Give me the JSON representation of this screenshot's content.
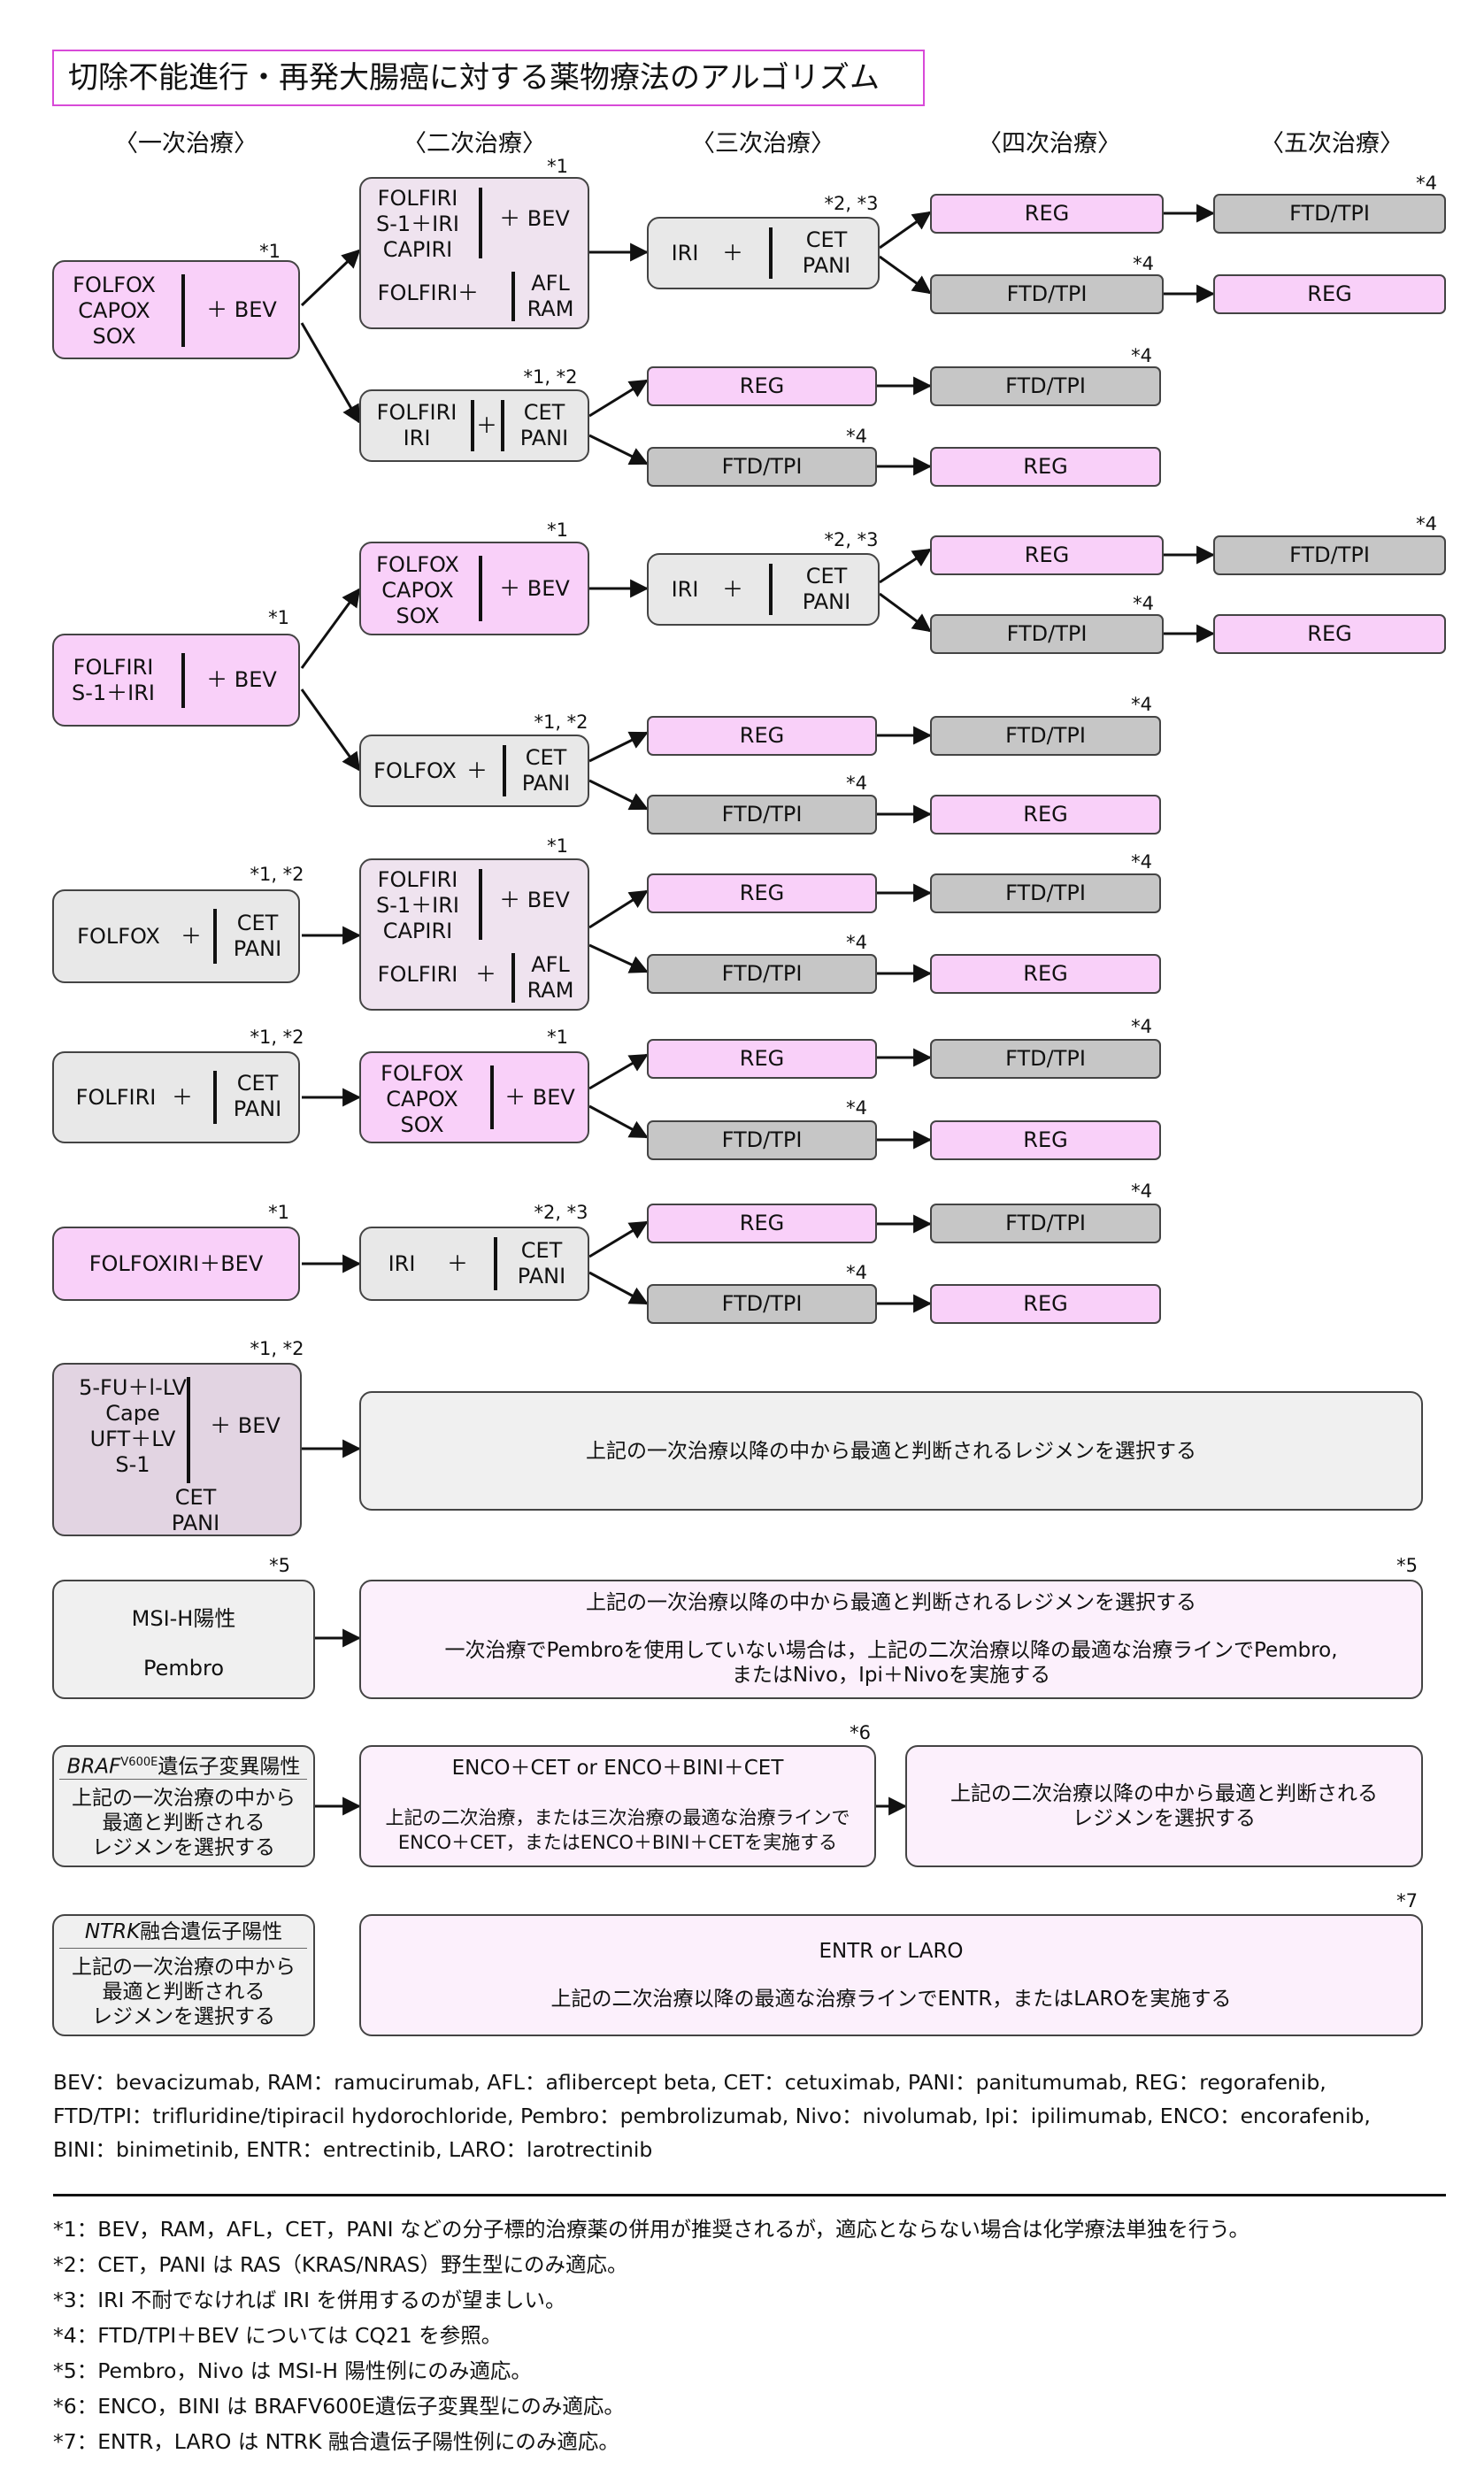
{
  "title": "切除不能進行・再発大腸癌に対する薬物療法のアルゴリズム",
  "headers": [
    "〈一次治療〉",
    "〈二次治療〉",
    "〈三次治療〉",
    "〈四次治療〉",
    "〈五次治療〉"
  ],
  "common": {
    "plus": "＋",
    "plus_bev": "＋ BEV",
    "iri": "IRI",
    "folfox": "FOLFOX",
    "folfiri": "FOLFIRI",
    "reg": "REG",
    "ftd": "FTD/TPI",
    "cet_pani": "CET\nPANI",
    "afl_ram": "AFL\nRAM",
    "folfiri_group": "FOLFIRI\nS-1＋IRI\nCAPIRI",
    "folfox_group": "FOLFOX\nCAPOX\nSOX",
    "folfiri_iri": "FOLFIRI\nIRI",
    "folfiri_s1": "FOLFIRI\nS-1＋IRI",
    "folfoxiri": "FOLFOXIRI＋BEV",
    "fp_group": "5-FU＋l-LV\nCape\nUFT＋LV\nS-1"
  },
  "stars": {
    "s1": "*1",
    "s1_2": "*1, *2",
    "s2_3": "*2, *3",
    "s4": "*4",
    "s5": "*5",
    "s6": "*6",
    "s7": "*7"
  },
  "bottom": {
    "select_text": "上記の一次治療以降の中から最適と判断されるレジメンを選択する",
    "msi_label": "MSI-H陽性",
    "msi_drug": "Pembro",
    "msi_line1": "上記の一次治療以降の中から最適と判断されるレジメンを選択する",
    "msi_line2": "一次治療でPembroを使用していない場合は，上記の二次治療以降の最適な治療ラインでPembro,",
    "msi_line3": "またはNivo，Ipi＋Nivoを実施する",
    "braf_gene": "BRAF",
    "braf_sup": "V600E",
    "braf_suffix": "遺伝子変異陽性",
    "left_select": "上記の一次治療の中から\n最適と判断される\nレジメンを選択する",
    "braf_mid_title": "ENCO＋CET or ENCO＋BINI＋CET",
    "braf_mid_body": "上記の二次治療，または三次治療の最適な治療ラインで\nENCO＋CET，またはENCO＋BINI＋CETを実施する",
    "braf_right": "上記の二次治療以降の中から最適と判断される\nレジメンを選択する",
    "ntrk_gene": "NTRK",
    "ntrk_suffix": "融合遺伝子陽性",
    "ntrk_title": "ENTR or LARO",
    "ntrk_body": "上記の二次治療以降の最適な治療ラインでENTR，またはLAROを実施する"
  },
  "abbreviations": [
    "BEV：bevacizumab, RAM：ramucirumab, AFL：aflibercept beta, CET：cetuximab, PANI：panitumumab, REG：regorafenib,",
    "FTD/TPI：trifluridine/tipiracil hydorochloride, Pembro：pembrolizumab, Nivo：nivolumab, Ipi：ipilimumab, ENCO：encorafenib,",
    "BINI：binimetinib, ENTR：entrectinib, LARO：larotrectinib"
  ],
  "footnotes": [
    "*1：BEV，RAM，AFL，CET，PANI などの分子標的治療薬の併用が推奨されるが，適応とならない場合は化学療法単独を行う。",
    "*2：CET，PANI は RAS（KRAS/NRAS）野生型にのみ適応。",
    "*3：IRI 不耐でなければ IRI を併用するのが望ましい。",
    "*4：FTD/TPI＋BEV については CQ21 を参照。",
    "*5：Pembro，Nivo は MSI-H 陽性例にのみ適応。",
    "*6：ENCO，BINI は BRAFV600E遺伝子変異型にのみ適応。",
    "*7：ENTR，LARO は NTRK 融合遺伝子陽性例にのみ適応。"
  ]
}
